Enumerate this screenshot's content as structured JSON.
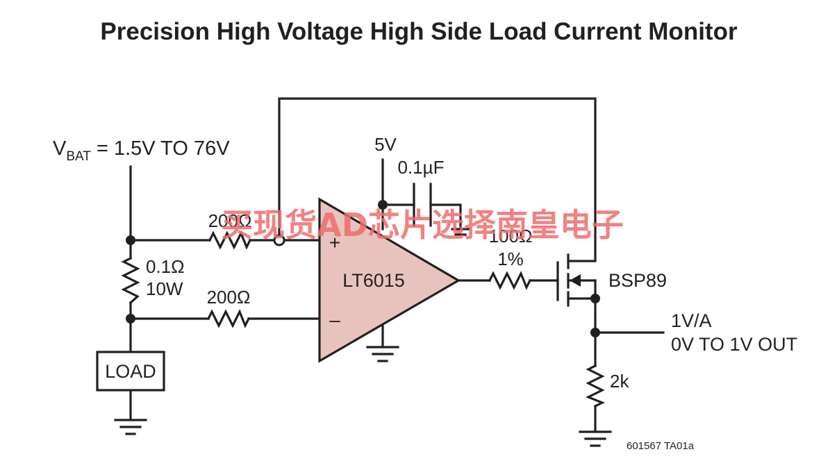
{
  "title": "Precision High Voltage High Side Load Current Monitor",
  "labels": {
    "vbat_v": "V",
    "vbat_sub": "BAT",
    "vbat_rest": " = 1.5V TO 76V",
    "supply": "5V",
    "cap": "0.1µF",
    "r_plus": "200Ω",
    "r_minus": "200Ω",
    "r_sense_value": "0.1Ω",
    "r_sense_power": "10W",
    "r_gate_value": "100Ω",
    "r_gate_tol": "1%",
    "opamp": "LT6015",
    "plus_sign": "+",
    "minus_sign": "–",
    "mosfet": "BSP89",
    "r_out": "2k",
    "load": "LOAD",
    "out_scale": "1V/A",
    "out_range": "0V TO 1V OUT",
    "figure_code": "601567 TA01a"
  },
  "watermark": "买现货AD芯片选择南皇电子",
  "colors": {
    "ink": "#231f20",
    "opamp_fill": "#e8c3bd",
    "watermark": "#f06c6c"
  }
}
